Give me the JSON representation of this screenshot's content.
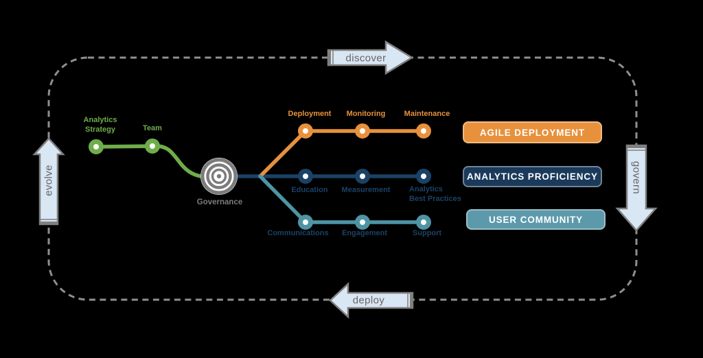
{
  "cycle": {
    "top_arrow": "discover",
    "right_arrow": "govern",
    "bottom_arrow": "deploy",
    "left_arrow": "evolve"
  },
  "strategy_line": {
    "color": "#6FAD4B",
    "stations": [
      "Analytics\nStrategy",
      "Team"
    ]
  },
  "hub": {
    "label": "Governance",
    "color": "#7C7C7C"
  },
  "branches": [
    {
      "id": "agile-deployment",
      "color": "#E8913C",
      "stations": [
        "Deployment",
        "Monitoring",
        "Maintenance"
      ],
      "badge": "AGILE DEPLOYMENT",
      "badge_bg": "#E8913C"
    },
    {
      "id": "analytics-proficiency",
      "color": "#1B4266",
      "stations": [
        "Education",
        "Measurement",
        "Analytics\nBest Practices"
      ],
      "badge": "ANALYTICS PROFICIENCY",
      "badge_bg": "#1B3A5B"
    },
    {
      "id": "user-community",
      "color": "#4E94A4",
      "stations": [
        "Communications",
        "Engagement",
        "Support"
      ],
      "badge": "USER COMMUNITY",
      "badge_bg": "#5C9AAB"
    }
  ],
  "colors": {
    "background": "#000000",
    "dashed_border": "#8F8F8F",
    "arrow_fill": "#D9E6F4",
    "arrow_outline": "#7F7F7F",
    "arrow_text": "#666666",
    "station_label_navy": "#1B4266",
    "hub_gray": "#7C7C7C",
    "node_fill": "#FFFFFF"
  }
}
